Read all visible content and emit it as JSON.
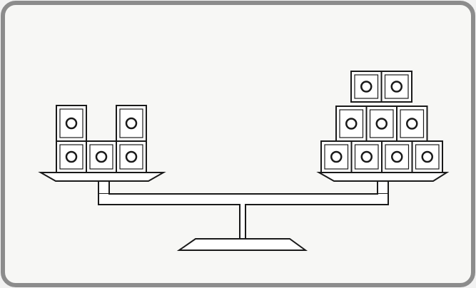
{
  "figure": {
    "subject": "balance scale",
    "background_color": "#f7f7f5",
    "border_color": "#8c8c8c",
    "line_color": "#1a1a1a"
  },
  "left_pan": {
    "block_count": 5,
    "rows_bottom_to_top": [
      3,
      2
    ]
  },
  "right_pan": {
    "block_count": 9,
    "rows_bottom_to_top": [
      4,
      3,
      2
    ]
  },
  "block": {
    "symbol": "circle"
  }
}
